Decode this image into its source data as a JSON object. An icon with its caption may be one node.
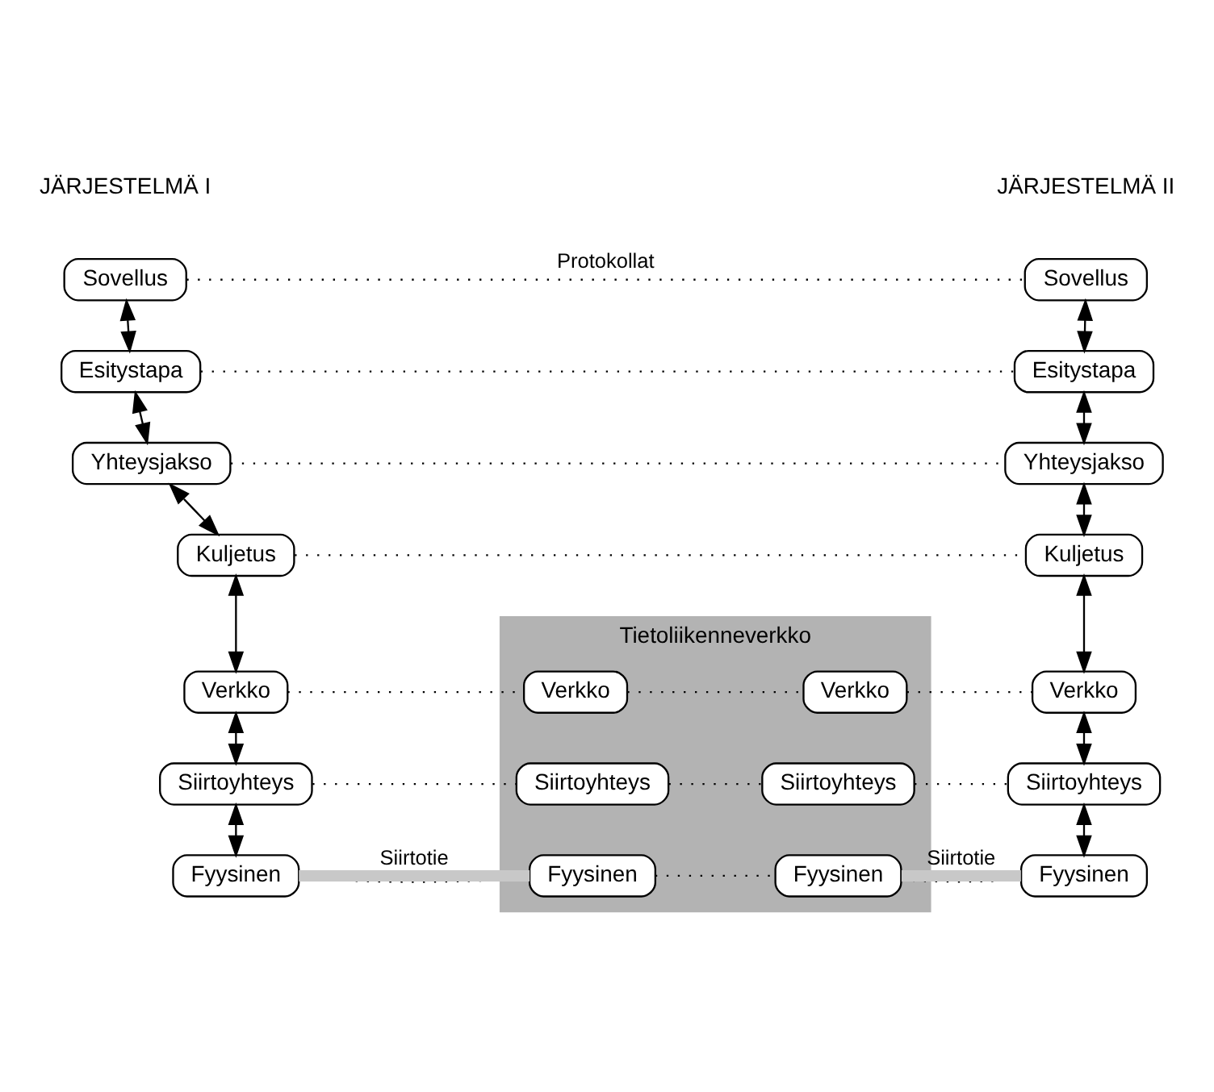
{
  "diagram": {
    "nodes": [
      {
        "text": [
          "Sovellus"
        ]
      },
      {
        "text": [
          "Sovellus"
        ]
      },
      {
        "text": [
          "Esitystapa"
        ]
      },
      {
        "text": [
          "Esitystapa"
        ]
      },
      {
        "text": [
          "Yhteysjakso"
        ]
      },
      {
        "text": [
          "Yhteysjakso"
        ]
      },
      {
        "text": [
          "Kuljetus"
        ]
      },
      {
        "text": [
          "Kuljetus"
        ]
      },
      {
        "text": [
          "Tietoliikenneverkko"
        ]
      },
      {
        "text": [
          "Verkko"
        ]
      },
      {
        "text": [
          "Verkko"
        ],
        "in": 8
      },
      {
        "text": [
          "Verkko"
        ],
        "in": 8
      },
      {
        "text": [
          "Verkko"
        ]
      },
      {
        "text": [
          "Siirtoyhteys"
        ]
      },
      {
        "text": [
          "Siirtoyhteys"
        ],
        "in": 8
      },
      {
        "text": [
          "Siirtoyhteys"
        ],
        "in": 8
      },
      {
        "text": [
          "Siirtoyhteys"
        ]
      },
      {
        "text": [
          "Fyysinen"
        ]
      },
      {
        "text": [
          "Fyysinen"
        ],
        "in": 8
      },
      {
        "text": [
          "Fyysinen"
        ],
        "in": 8
      },
      {
        "text": [
          "Fyysinen"
        ]
      }
    ],
    "edges": [
      {
        "from": 0,
        "to": 2,
        "arrow": "both"
      },
      {
        "from": 2,
        "to": 4,
        "arrow": "both"
      },
      {
        "from": 4,
        "to": 6,
        "arrow": "both"
      },
      {
        "from": 6,
        "to": 9,
        "arrow": "both"
      },
      {
        "from": 9,
        "to": 13,
        "arrow": "both"
      },
      {
        "from": 13,
        "to": 17,
        "arrow": "both"
      },
      {
        "from": 1,
        "to": 3,
        "arrow": "both"
      },
      {
        "from": 3,
        "to": 5,
        "arrow": "both"
      },
      {
        "from": 5,
        "to": 7,
        "arrow": "both"
      },
      {
        "from": 7,
        "to": 12,
        "arrow": "both"
      },
      {
        "from": 12,
        "to": 16,
        "arrow": "both"
      },
      {
        "from": 16,
        "to": 20,
        "arrow": "both"
      },
      {
        "from": 0,
        "to": 1,
        "arrow": "none",
        "style": "dashed",
        "label": "Protokollat"
      },
      {
        "from": 2,
        "to": 3,
        "arrow": "none",
        "style": "dashed"
      },
      {
        "from": 4,
        "to": 5,
        "arrow": "none",
        "style": "dashed"
      },
      {
        "from": 6,
        "to": 7,
        "arrow": "none",
        "style": "dashed"
      },
      {
        "from": 9,
        "to": 10,
        "arrow": "none",
        "style": "dashed"
      },
      {
        "from": 10,
        "to": 11,
        "arrow": "none",
        "style": "dashed"
      },
      {
        "from": 11,
        "to": 12,
        "arrow": "none",
        "style": "dashed"
      },
      {
        "from": 13,
        "to": 14,
        "arrow": "none",
        "style": "dashed"
      },
      {
        "from": 14,
        "to": 15,
        "arrow": "none",
        "style": "dashed"
      },
      {
        "from": 15,
        "to": 16,
        "arrow": "none",
        "style": "dashed"
      },
      {
        "from": 17,
        "to": 18,
        "arrow": "none",
        "style": "dashed"
      },
      {
        "from": 18,
        "to": 19,
        "arrow": "none",
        "style": "dashed"
      },
      {
        "from": 19,
        "to": 20,
        "arrow": "none",
        "style": "dashed"
      },
      {
        "from": 17,
        "to": 18,
        "arrow": "none",
        "style": "thick",
        "color": "#c8c8c8",
        "label": "Siirtotie"
      },
      {
        "from": 19,
        "to": 20,
        "arrow": "none",
        "style": "thick",
        "color": "#c8c8c8",
        "label": "Siirtotie"
      }
    ],
    "labels": [
      "JÄRJESTELMÄ I",
      "JÄRJESTELMÄ II"
    ]
  }
}
